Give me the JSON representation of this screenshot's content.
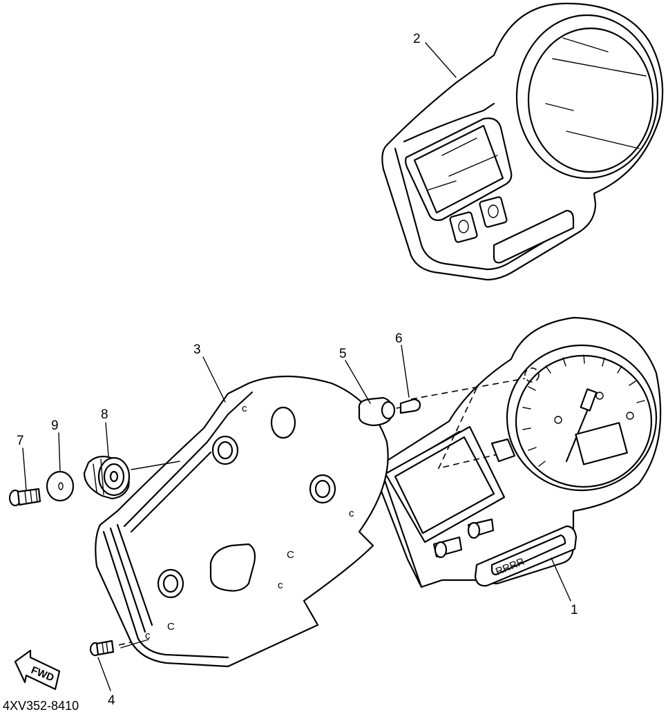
{
  "diagram": {
    "callouts": [
      "1",
      "2",
      "3",
      "4",
      "5",
      "6",
      "7",
      "8",
      "9"
    ],
    "part_code": "4XV352-8410",
    "direction_label": "FWD"
  }
}
